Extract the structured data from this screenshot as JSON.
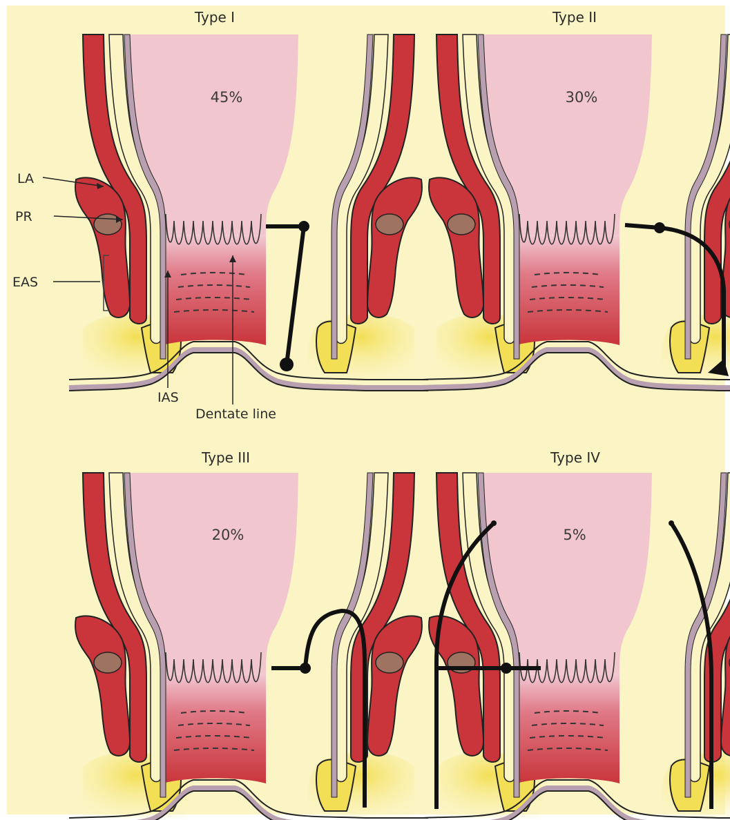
{
  "colors": {
    "background": "#fbf5c6",
    "muscle": "#c9353a",
    "muscle_dark": "#7a1018",
    "lumen": "#f1c6cf",
    "mucosa_border": "#b8a0b0",
    "puborectalis": "#9e7362",
    "fat": "#f3df55",
    "fistula": "#111111"
  },
  "panels": [
    {
      "title": "Type I",
      "percent": "45%"
    },
    {
      "title": "Type II",
      "percent": "30%"
    },
    {
      "title": "Type III",
      "percent": "20%"
    },
    {
      "title": "Type IV",
      "percent": "5%"
    }
  ],
  "labels": {
    "la": "LA",
    "pr": "PR",
    "eas": "EAS",
    "ias": "IAS",
    "dentate_line": "Dentate line"
  }
}
